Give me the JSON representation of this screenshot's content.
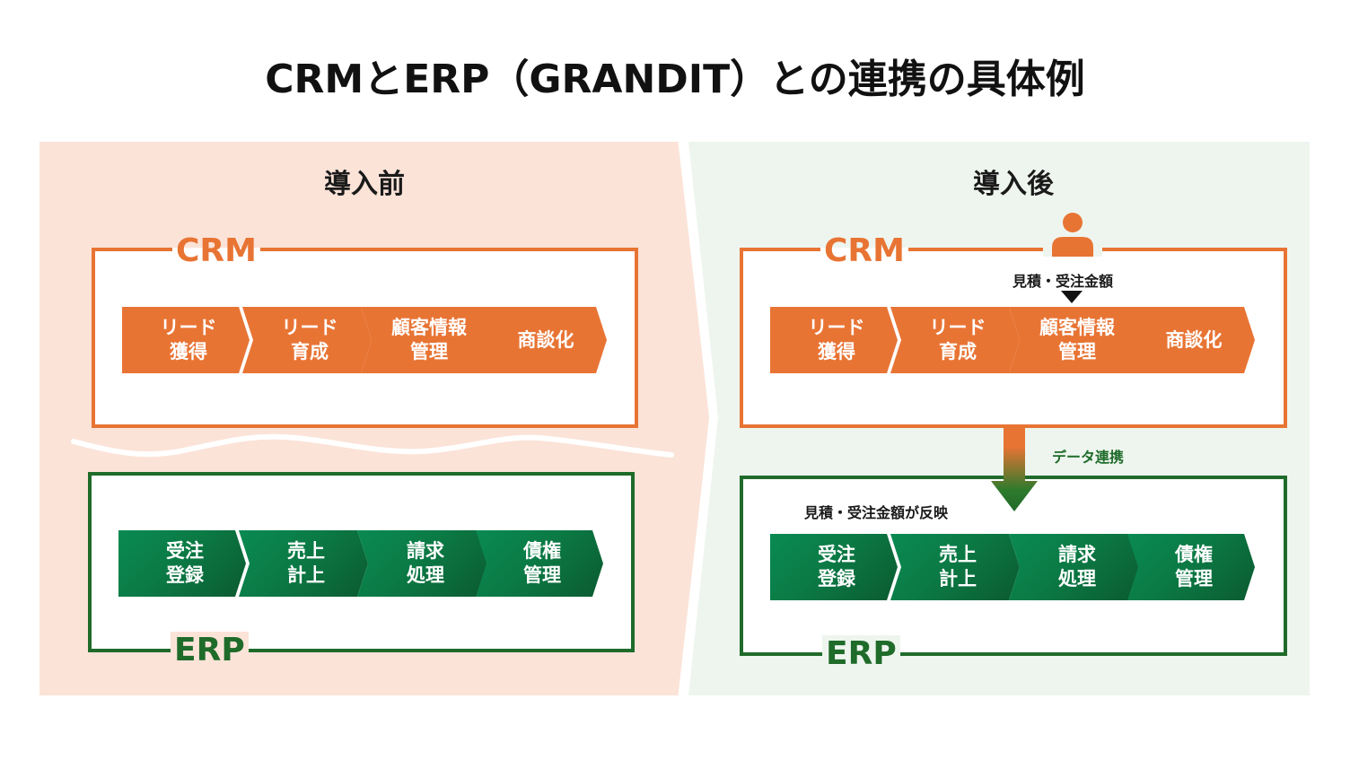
{
  "title": "CRMとERP（GRANDIT）との連携の具体例",
  "colors": {
    "orange": "#e87434",
    "green": "#1f6b2a",
    "green_step": "#0b7a45",
    "before_bg": "#fbe3d8",
    "after_bg": "#eef5ee"
  },
  "before": {
    "heading": "導入前",
    "crm": {
      "label": "CRM",
      "steps": [
        "リード\n獲得",
        "リード\n育成",
        "顧客情報\n管理",
        "商談化"
      ]
    },
    "erp": {
      "label": "ERP",
      "steps": [
        "受注\n登録",
        "売上\n計上",
        "請求\n処理",
        "債権\n管理"
      ]
    }
  },
  "after": {
    "heading": "導入後",
    "crm": {
      "label": "CRM",
      "steps": [
        "リード\n獲得",
        "リード\n育成",
        "顧客情報\n管理",
        "商談化"
      ],
      "input_note": "見積・受注金額",
      "user_icon": "person-icon"
    },
    "link_label": "データ連携",
    "erp": {
      "label": "ERP",
      "reflect_note": "見積・受注金額が反映",
      "steps": [
        "受注\n登録",
        "売上\n計上",
        "請求\n処理",
        "債権\n管理"
      ]
    }
  }
}
